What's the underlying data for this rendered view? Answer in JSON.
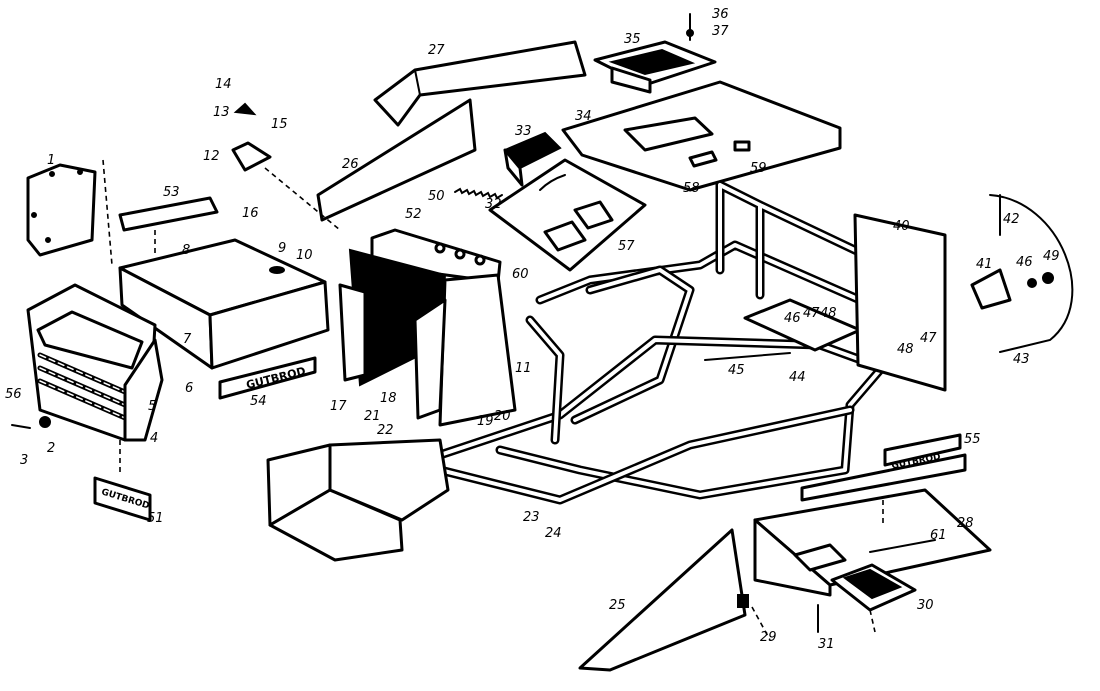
{
  "brand_text": "GUTBROD",
  "callouts": [
    "1",
    "2",
    "3",
    "4",
    "5",
    "6",
    "7",
    "8",
    "9",
    "10",
    "11",
    "12",
    "13",
    "14",
    "15",
    "16",
    "17",
    "18",
    "19",
    "20",
    "21",
    "22",
    "23",
    "24",
    "25",
    "26",
    "27",
    "28",
    "29",
    "30",
    "31",
    "32",
    "33",
    "34",
    "35",
    "36",
    "37",
    "40",
    "41",
    "42",
    "43",
    "44",
    "45",
    "46",
    "47",
    "48",
    "49",
    "50",
    "51",
    "52",
    "53",
    "54",
    "55",
    "56",
    "57",
    "58",
    "59",
    "60",
    "61"
  ]
}
